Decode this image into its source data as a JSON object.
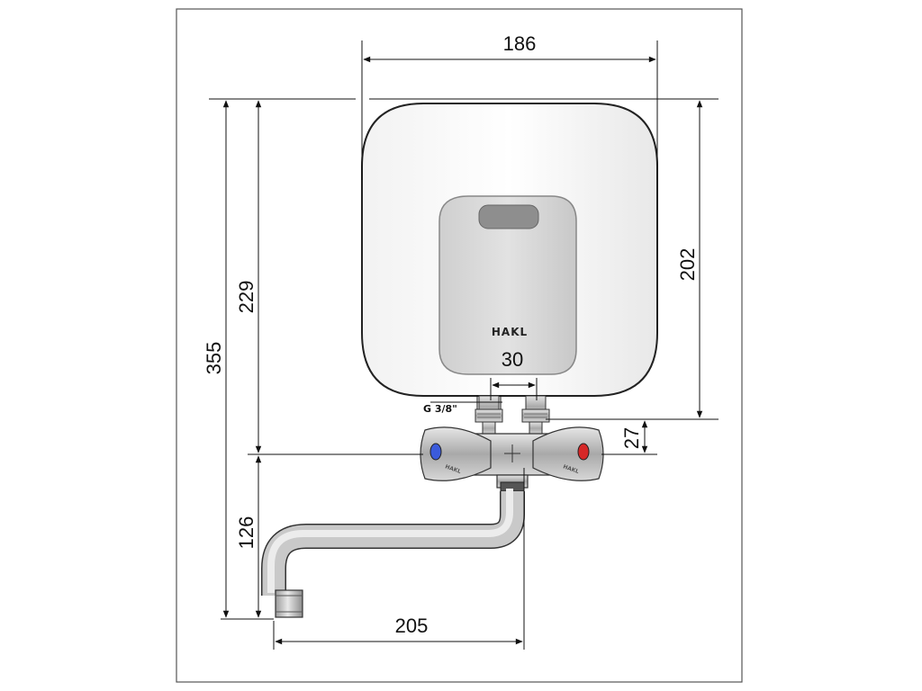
{
  "brand": "HAKL",
  "dimensions": {
    "width_top": "186",
    "height_total": "355",
    "height_to_mixer": "229",
    "height_tank": "202",
    "pipe_spacing": "30",
    "thread": "G 3/8\"",
    "mixer_offset": "27",
    "spout_height": "126",
    "spout_reach": "205"
  },
  "colors": {
    "cold_knob": "#3b5bdb",
    "hot_knob": "#d62828",
    "frame": "#555555"
  }
}
